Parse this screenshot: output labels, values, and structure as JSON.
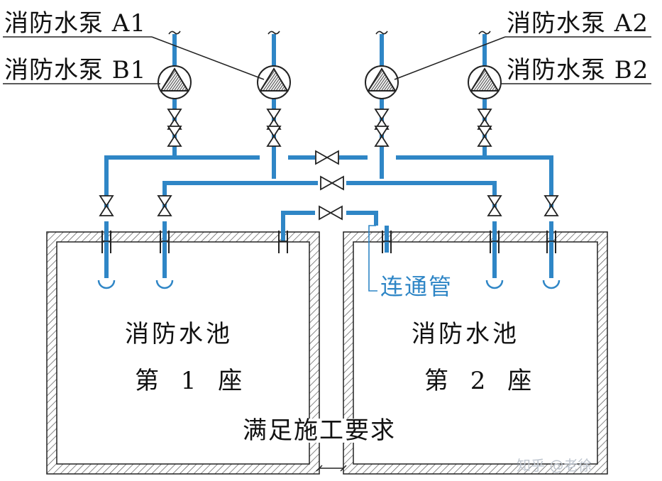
{
  "labels": {
    "pump_a1": "消防水泵 A1",
    "pump_b1": "消防水泵 B1",
    "pump_a2": "消防水泵 A2",
    "pump_b2": "消防水泵 B2",
    "pool1_name": "消防水池",
    "pool1_no": "第 1 座",
    "pool2_name": "消防水池",
    "pool2_no": "第 2 座",
    "connector": "连通管",
    "requirement": "满足施工要求",
    "watermark": "知乎 @老徐"
  },
  "colors": {
    "pipe": "#2f86c6",
    "line": "#222222",
    "hatch": "#555555",
    "pump_fill": "#2a2a2a"
  }
}
